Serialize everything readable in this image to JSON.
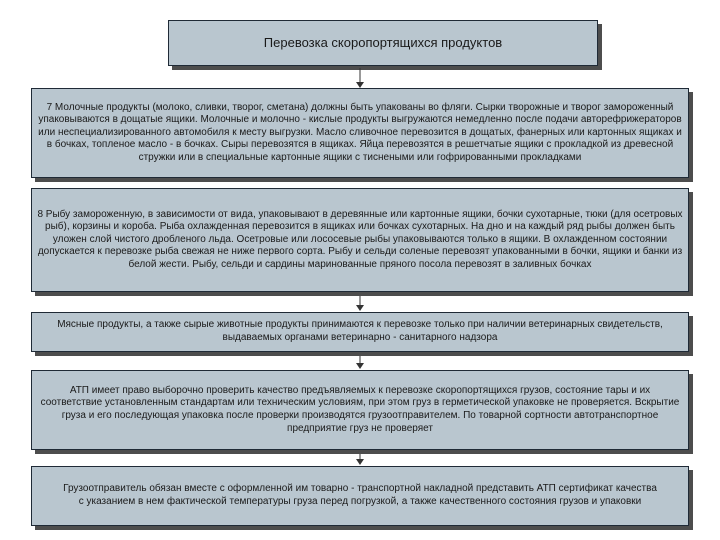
{
  "title": "Перевозка скоропортящихся продуктов",
  "blocks": [
    {
      "text": "7 Молочные продукты (молоко, сливки, творог, сметана) должны быть упакованы во фляги. Сырки творожные и творог замороженный упаковываются в дощатые ящики. Молочные и молочно - кислые продукты выгружаются немедленно после подачи авторефрижераторов или неспециализированного автомобиля к месту выгрузки. Масло сливочное перевозится в дощатых, фанерных или картонных ящиках и в бочках, топленое масло - в бочках. Сыры перевозятся в ящиках. Яйца перевозятся в решетчатые ящики с прокладкой из древесной стружки или в специальные картонные ящики с тиснеными или гофрированными прокладками"
    },
    {
      "text": "8 Рыбу замороженную, в зависимости от вида, упаковывают в деревянные или картонные ящики, бочки сухотарные, тюки (для осетровых рыб), корзины и короба. Рыба охлажденная перевозится в ящиках или бочках сухотарных. На дно и на каждый ряд рыбы должен быть уложен слой чистого дробленого льда. Осетровые или лососевые рыбы упаковываются только в ящики. В охлажденном состоянии допускается к перевозке рыба свежая не ниже первого сорта. Рыбу и сельди соленые перевозят упакованными в бочки, ящики и банки из белой жести. Рыбу, сельди и сардины маринованные пряного посола перевозят в заливных бочках"
    },
    {
      "text": "Мясные продукты, а также сырые животные продукты принимаются к перевозке только при наличии ветеринарных свидетельств, выдаваемых органами ветеринарно - санитарного надзора"
    },
    {
      "text": "АТП имеет право выборочно проверить качество предъявляемых к перевозке скоропортящихся грузов, состояние тары и их соответствие установленным стандартам или техническим условиям, при этом груз в герметической упаковке не проверяется. Вскрытие груза и его последующая упаковка после проверки производятся грузоотправителем. По товарной сортности автотранспортное предприятие груз не проверяет"
    },
    {
      "text": "Грузоотправитель обязан вместе с оформленной им товарно - транспортной накладной представить АТП сертификат качества с указанием в нем фактической температуры груза перед погрузкой, а также качественного состояния грузов и упаковки"
    }
  ],
  "colors": {
    "box_fill": "#b9c6cf",
    "box_border": "#1f2a36",
    "shadow": "#4d4d4d"
  }
}
